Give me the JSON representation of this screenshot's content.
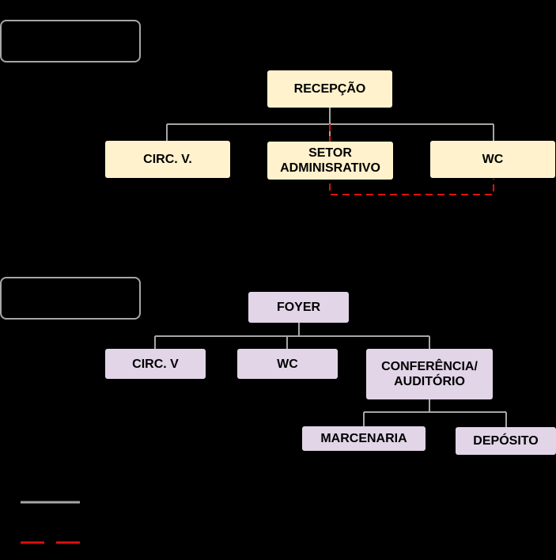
{
  "colors": {
    "background": "#000000",
    "group1_node": "#fff2cc",
    "group2_node": "#e1d5e7",
    "solid_connector": "#a6a6a6",
    "dashed_connector": "#e01010"
  },
  "group1": {
    "label": "",
    "recepcao": "RECEPÇÃO",
    "circ_v": "CIRC. V.",
    "setor_adm": "SETOR\nADMINISRATIVO",
    "wc": "WC"
  },
  "group2": {
    "label": "",
    "foyer": "FOYER",
    "circ_v": "CIRC. V",
    "wc": "WC",
    "conferencia": "CONFERÊNCIA/\nAUDITÓRIO",
    "marcenaria": "MARCENARIA",
    "deposito": "DEPÓSITO"
  },
  "legend": {
    "solid_label": "",
    "dashed_label": ""
  }
}
